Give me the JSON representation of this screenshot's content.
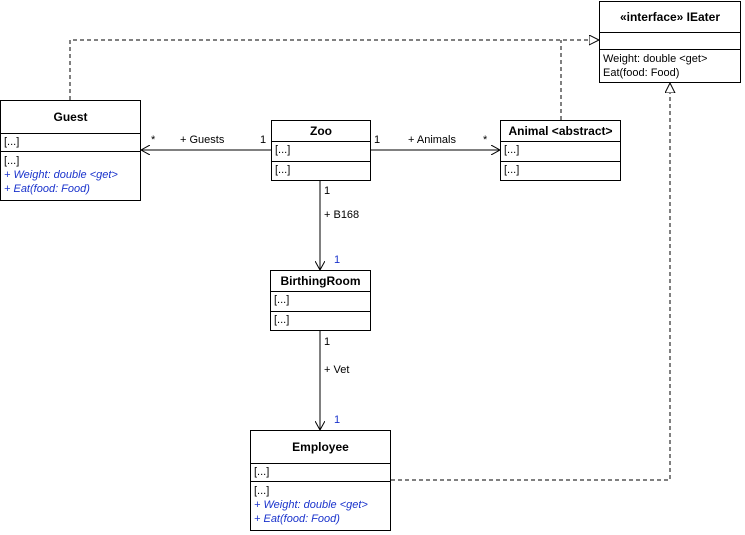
{
  "classes": {
    "ieater": {
      "stereotype": "«interface» IEater",
      "attributes": "",
      "members": [
        "Weight: double <get>",
        "Eat(food: Food)"
      ]
    },
    "guest": {
      "name": "Guest",
      "attributes": "[...]",
      "members": [
        "[...]",
        "+ Weight: double <get>",
        "+ Eat(food: Food)"
      ]
    },
    "zoo": {
      "name": "Zoo",
      "attributes": "[...]",
      "operations": "[...]"
    },
    "animal": {
      "name": "Animal <abstract>",
      "attributes": "[...]",
      "operations": "[...]"
    },
    "birthing_room": {
      "name": "BirthingRoom",
      "attributes": "[...]",
      "operations": "[...]"
    },
    "employee": {
      "name": "Employee",
      "attributes": "[...]",
      "members": [
        "[...]",
        "+ Weight: double <get>",
        "+ Eat(food: Food)"
      ]
    }
  },
  "associations": {
    "guests": {
      "role": "+ Guests",
      "source_mult": "1",
      "target_mult": "*"
    },
    "animals": {
      "role": "+ Animals",
      "source_mult": "1",
      "target_mult": "*"
    },
    "b168": {
      "role": "+ B168",
      "source_mult": "1",
      "target_mult": "1"
    },
    "vet": {
      "role": "+ Vet",
      "source_mult": "1",
      "target_mult": "1"
    }
  },
  "colors": {
    "line": "#000000",
    "member_highlight": "#1a33cc",
    "background": "#ffffff"
  }
}
